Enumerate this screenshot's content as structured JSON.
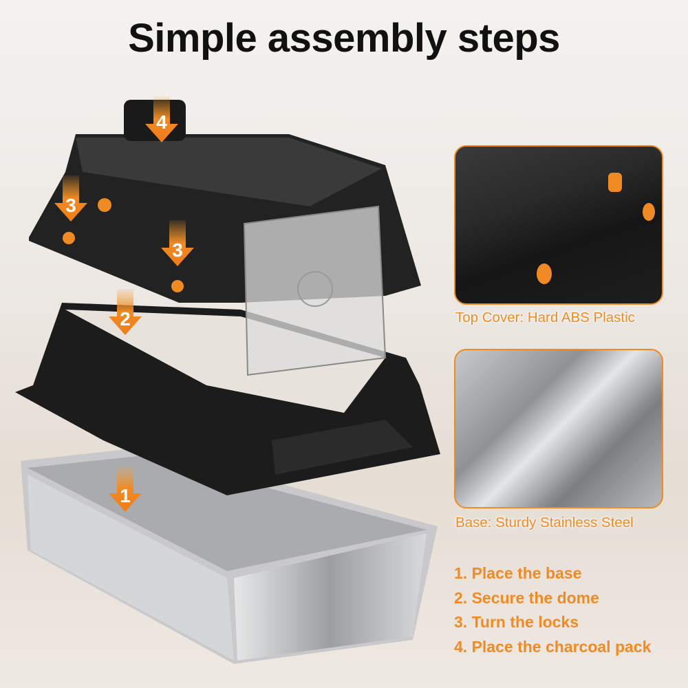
{
  "title": "Simple assembly steps",
  "insets": [
    {
      "caption": "Top Cover: Hard ABS Plastic"
    },
    {
      "caption": "Base: Sturdy Stainless Steel"
    }
  ],
  "steps": [
    "1. Place the base",
    "2. Secure the dome",
    "3. Turn the locks",
    "4. Place the charcoal pack"
  ],
  "arrows": [
    "4",
    "3",
    "3",
    "2",
    "1"
  ],
  "colors": {
    "accent": "#f08a24",
    "title": "#111111"
  }
}
